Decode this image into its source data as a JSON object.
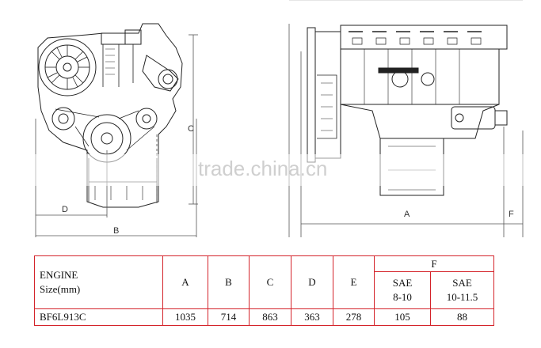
{
  "drawing": {
    "front_view_labels": {
      "c": "C",
      "d": "D",
      "b": "B"
    },
    "side_view_labels": {
      "a": "A",
      "f": "F"
    },
    "watermark": "trade.china.cn"
  },
  "table": {
    "engine_header": "ENGINE",
    "size_header": "Size(mm)",
    "col_a": "A",
    "col_b": "B",
    "col_c": "C",
    "col_d": "D",
    "col_e": "E",
    "col_f": "F",
    "f_sub1_line1": "SAE",
    "f_sub1_line2": "8-10",
    "f_sub2_line1": "SAE",
    "f_sub2_line2": "10-11.5",
    "row": {
      "model": "BF6L913C",
      "a": "1035",
      "b": "714",
      "c": "863",
      "d": "363",
      "e": "278",
      "f1": "105",
      "f2": "88"
    }
  },
  "colors": {
    "table_border": "#d4232a",
    "line_art": "#222222"
  }
}
